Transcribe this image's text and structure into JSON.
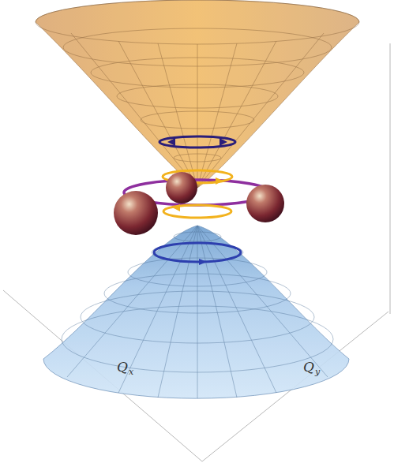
{
  "diagram": {
    "labels": [
      "Q",
      "x",
      "Q",
      "y"
    ]
  }
}
